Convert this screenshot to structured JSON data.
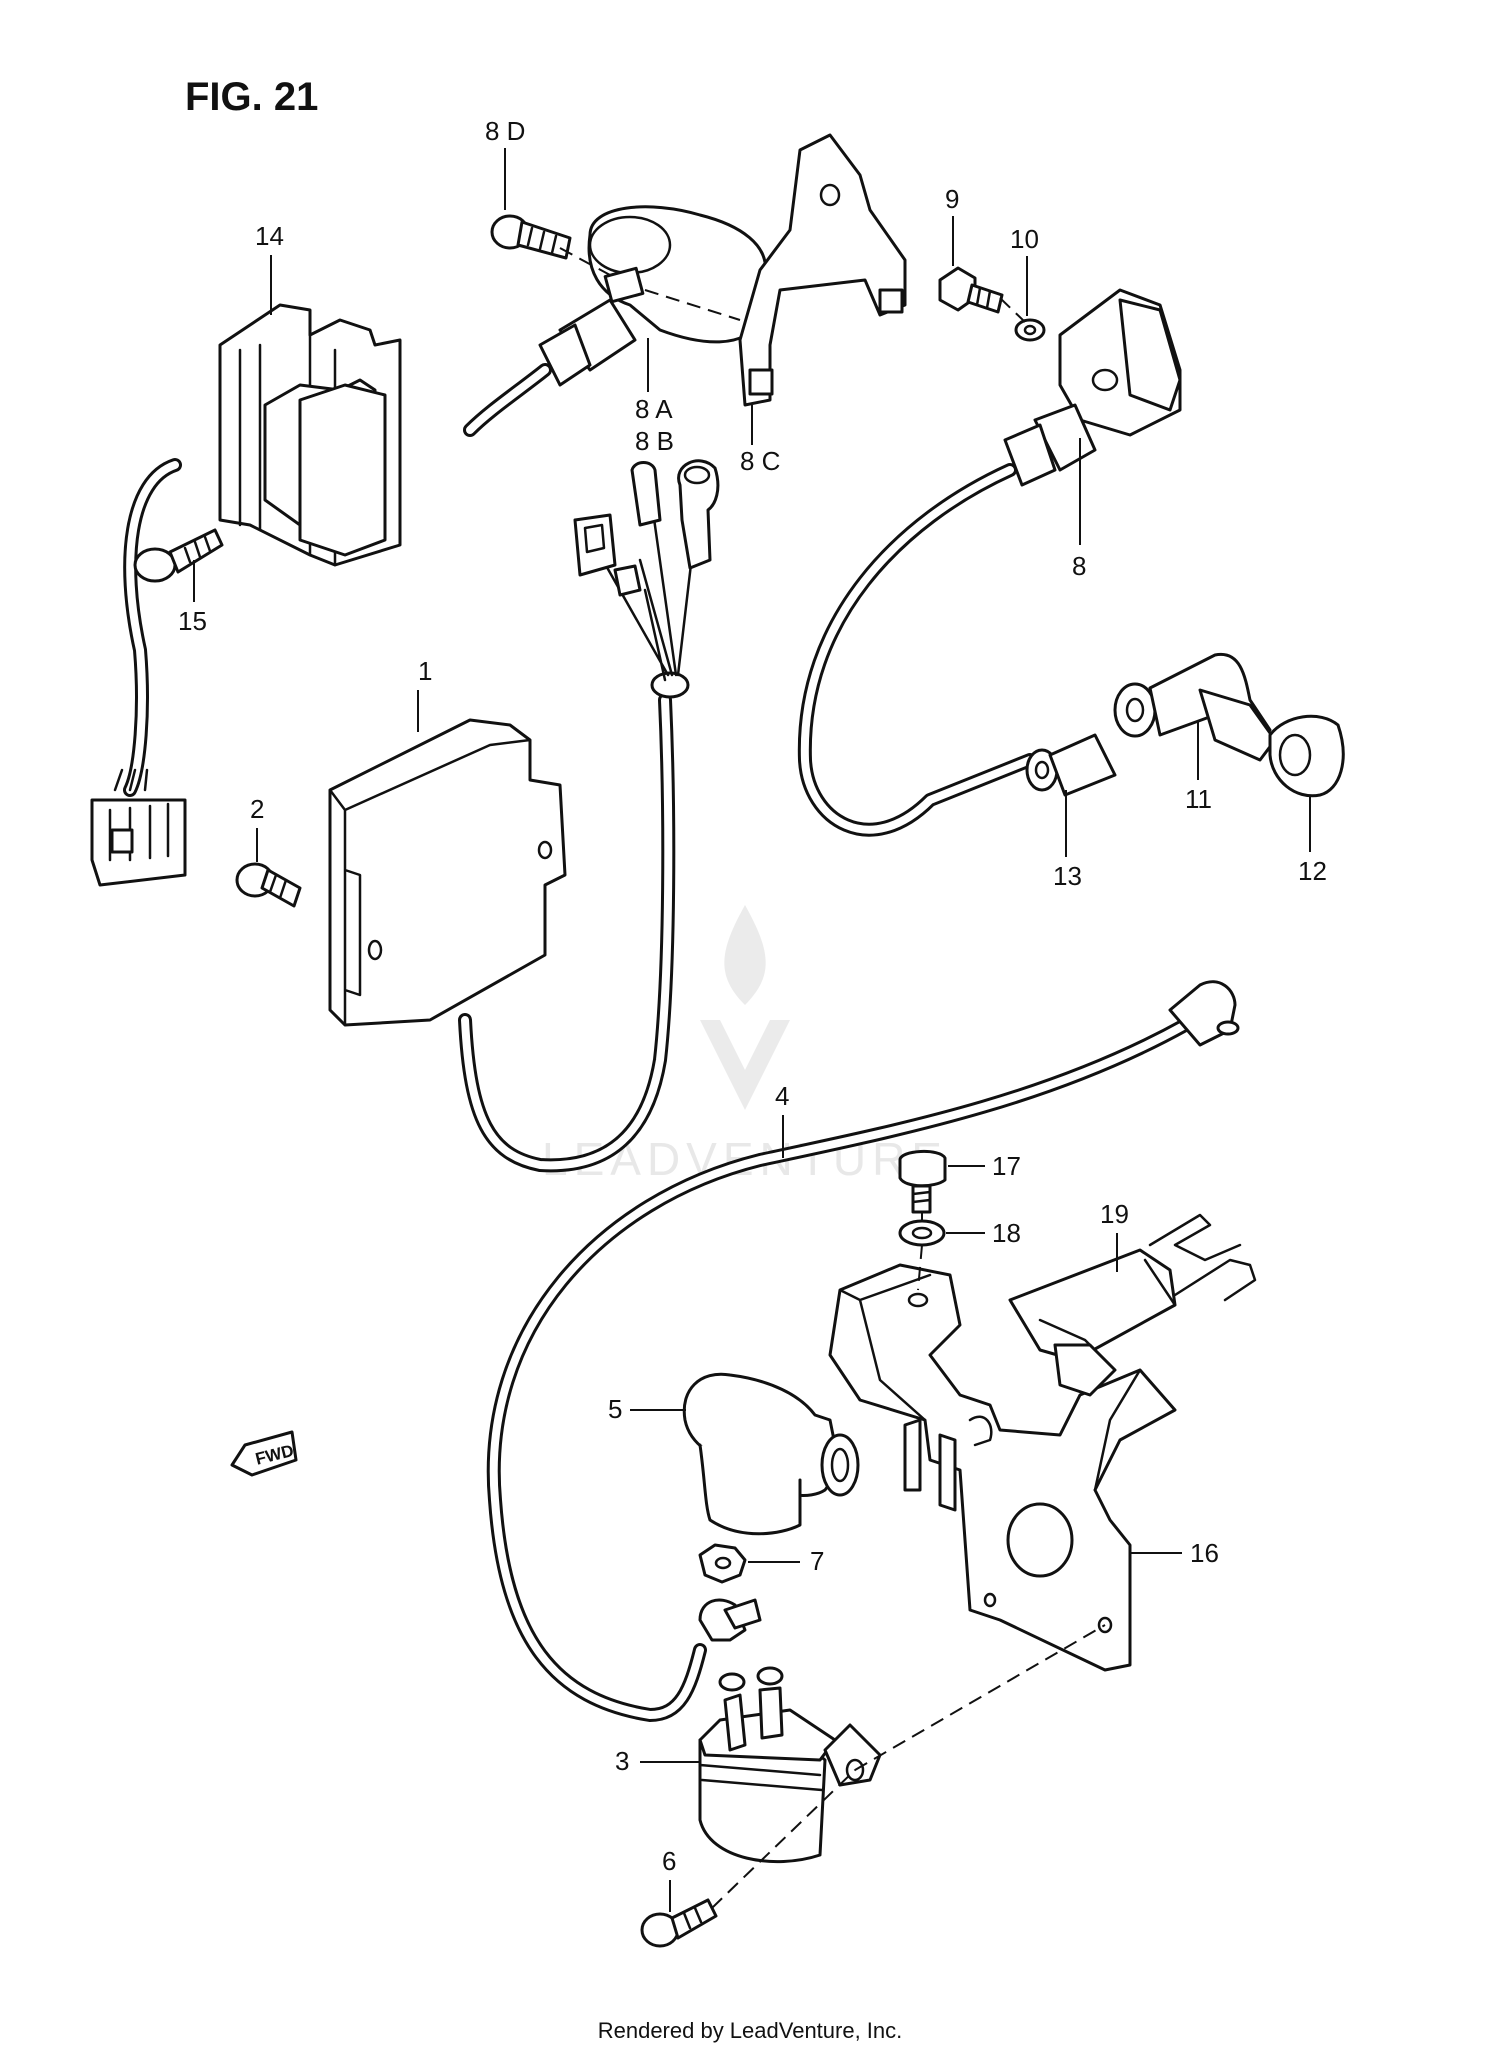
{
  "figure": {
    "title": "FIG. 21"
  },
  "watermark": {
    "text": "LEADVENTURE"
  },
  "direction_indicator": {
    "label": "FWD"
  },
  "callouts": {
    "c1": "1",
    "c2": "2",
    "c3": "3",
    "c4": "4",
    "c5": "5",
    "c6": "6",
    "c7": "7",
    "c8": "8",
    "c8a": "8 A",
    "c8b": "8 B",
    "c8c": "8 C",
    "c8d": "8 D",
    "c9": "9",
    "c10": "10",
    "c11": "11",
    "c12": "12",
    "c13": "13",
    "c14": "14",
    "c15": "15",
    "c16": "16",
    "c17": "17",
    "c18": "18",
    "c19": "19"
  },
  "footer": {
    "text": "Rendered by LeadVenture, Inc."
  }
}
